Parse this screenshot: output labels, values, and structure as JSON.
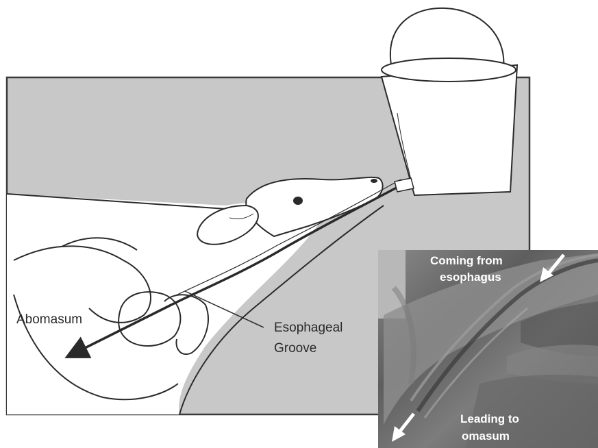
{
  "diagram": {
    "labels": {
      "abomasum": "Abomasum",
      "esophageal_groove_line1": "Esophageal",
      "esophageal_groove_line2": "Groove"
    },
    "photo_labels": {
      "coming_from_line1": "Coming from",
      "coming_from_line2": "esophagus",
      "leading_to_line1": "Leading to",
      "leading_to_line2": "omasum"
    }
  },
  "colors": {
    "panel_gray": "#c8c8c8",
    "line": "#2a2a2a",
    "photo_base": "#6a6a6a"
  },
  "icons": [
    "bucket-icon",
    "calf-head-icon",
    "arrow-down-left-icon"
  ]
}
